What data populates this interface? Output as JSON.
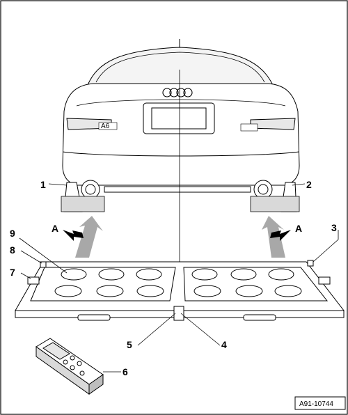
{
  "diagram": {
    "callouts": {
      "c1": "1",
      "c2": "2",
      "c3": "3",
      "c4": "4",
      "c5": "5",
      "c6": "6",
      "c7": "7",
      "c8": "8",
      "c9": "9"
    },
    "arrow_label": "A",
    "plate_lettering": "A6",
    "figure_code": "A91-10744",
    "colors": {
      "line": "#000000",
      "arrow_fill": "#000000",
      "beam_fill": "#a8a8a8",
      "shade": "#d9d9d9",
      "pad_fill": "#ffffff"
    }
  }
}
